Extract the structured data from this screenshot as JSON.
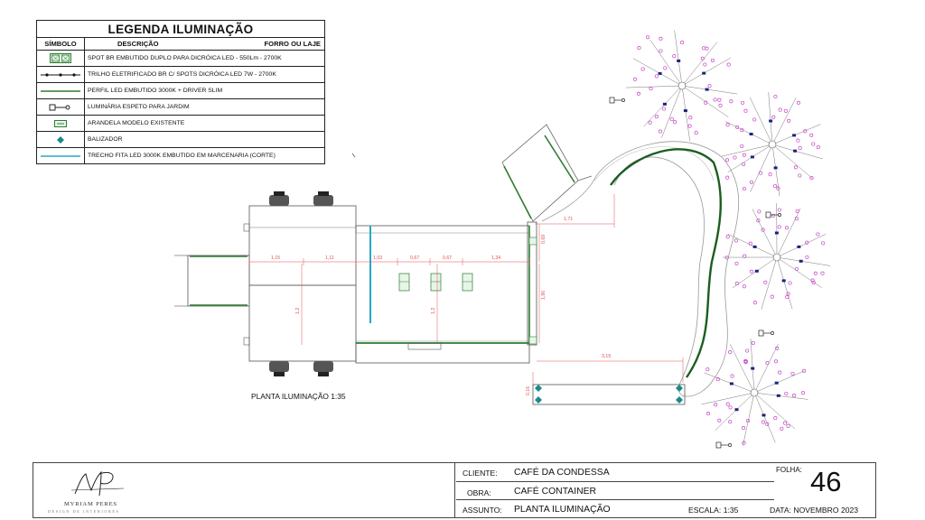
{
  "legend": {
    "title": "LEGENDA ILUMINAÇÃO",
    "col_symbol": "SÍMBOLO",
    "col_description": "DESCRIÇÃO",
    "col_ceiling": "FORRO OU LAJE",
    "items": [
      {
        "icon": "double-spot-icon",
        "description": "SPOT BR EMBUTIDO DUPLO PARA DICRÓICA LED - 550Lm - 2700K"
      },
      {
        "icon": "track-rail-icon",
        "description": "TRILHO ELETRIFICADO BR C/ SPOTS DICRÓICA LED 7W - 2700K"
      },
      {
        "icon": "led-profile-icon",
        "description": "PERFIL LED EMBUTIDO 3000K + DRIVER SLIM"
      },
      {
        "icon": "garden-spike-icon",
        "description": "LUMINÁRIA ESPETO PARA JARDIM"
      },
      {
        "icon": "wall-sconce-icon",
        "description": "ARANDELA MODELO EXISTENTE"
      },
      {
        "icon": "bollard-icon",
        "description": "BALIZADOR"
      },
      {
        "icon": "led-strip-icon",
        "description": "TRECHO FITA LED 3000K EMBUTIDO EM MARCENARIA (CORTE)"
      }
    ]
  },
  "plan": {
    "title": "PLANTA ILUMINAÇÃO 1:35",
    "dimensions": {
      "top_row": [
        "1,15",
        "1,11",
        "1,03",
        "0,67",
        "0,67",
        "1,34"
      ],
      "left_vertical": "1,2",
      "mid_vertical": "1,2",
      "right_top": "0,69",
      "right_mid": "1,96",
      "garden_top": "1,71",
      "bottom_long": "3,19",
      "bottom_small": "0,16"
    }
  },
  "titleblock": {
    "logo_initials": "MP",
    "logo_name": "MYRIAM PERES",
    "logo_sub": "DESIGN DE INTERIORES",
    "client_label": "CLIENTE:",
    "client": "CAFÉ DA CONDESSA",
    "work_label": "OBRA:",
    "work": "CAFÉ CONTAINER",
    "subject_label": "ASSUNTO:",
    "subject": "PLANTA ILUMINAÇÃO",
    "scale": "ESCALA: 1:35",
    "date": "DATA: NOVEMBRO 2023",
    "sheet_label": "FOLHA:",
    "sheet": "46"
  },
  "colors": {
    "dimension": "#e05050",
    "led_profile": "#2e7d32",
    "led_strip": "#29a8c4",
    "flower": "#cc44cc",
    "fixture": "#1a237e",
    "bollard": "#1a8a8a"
  }
}
